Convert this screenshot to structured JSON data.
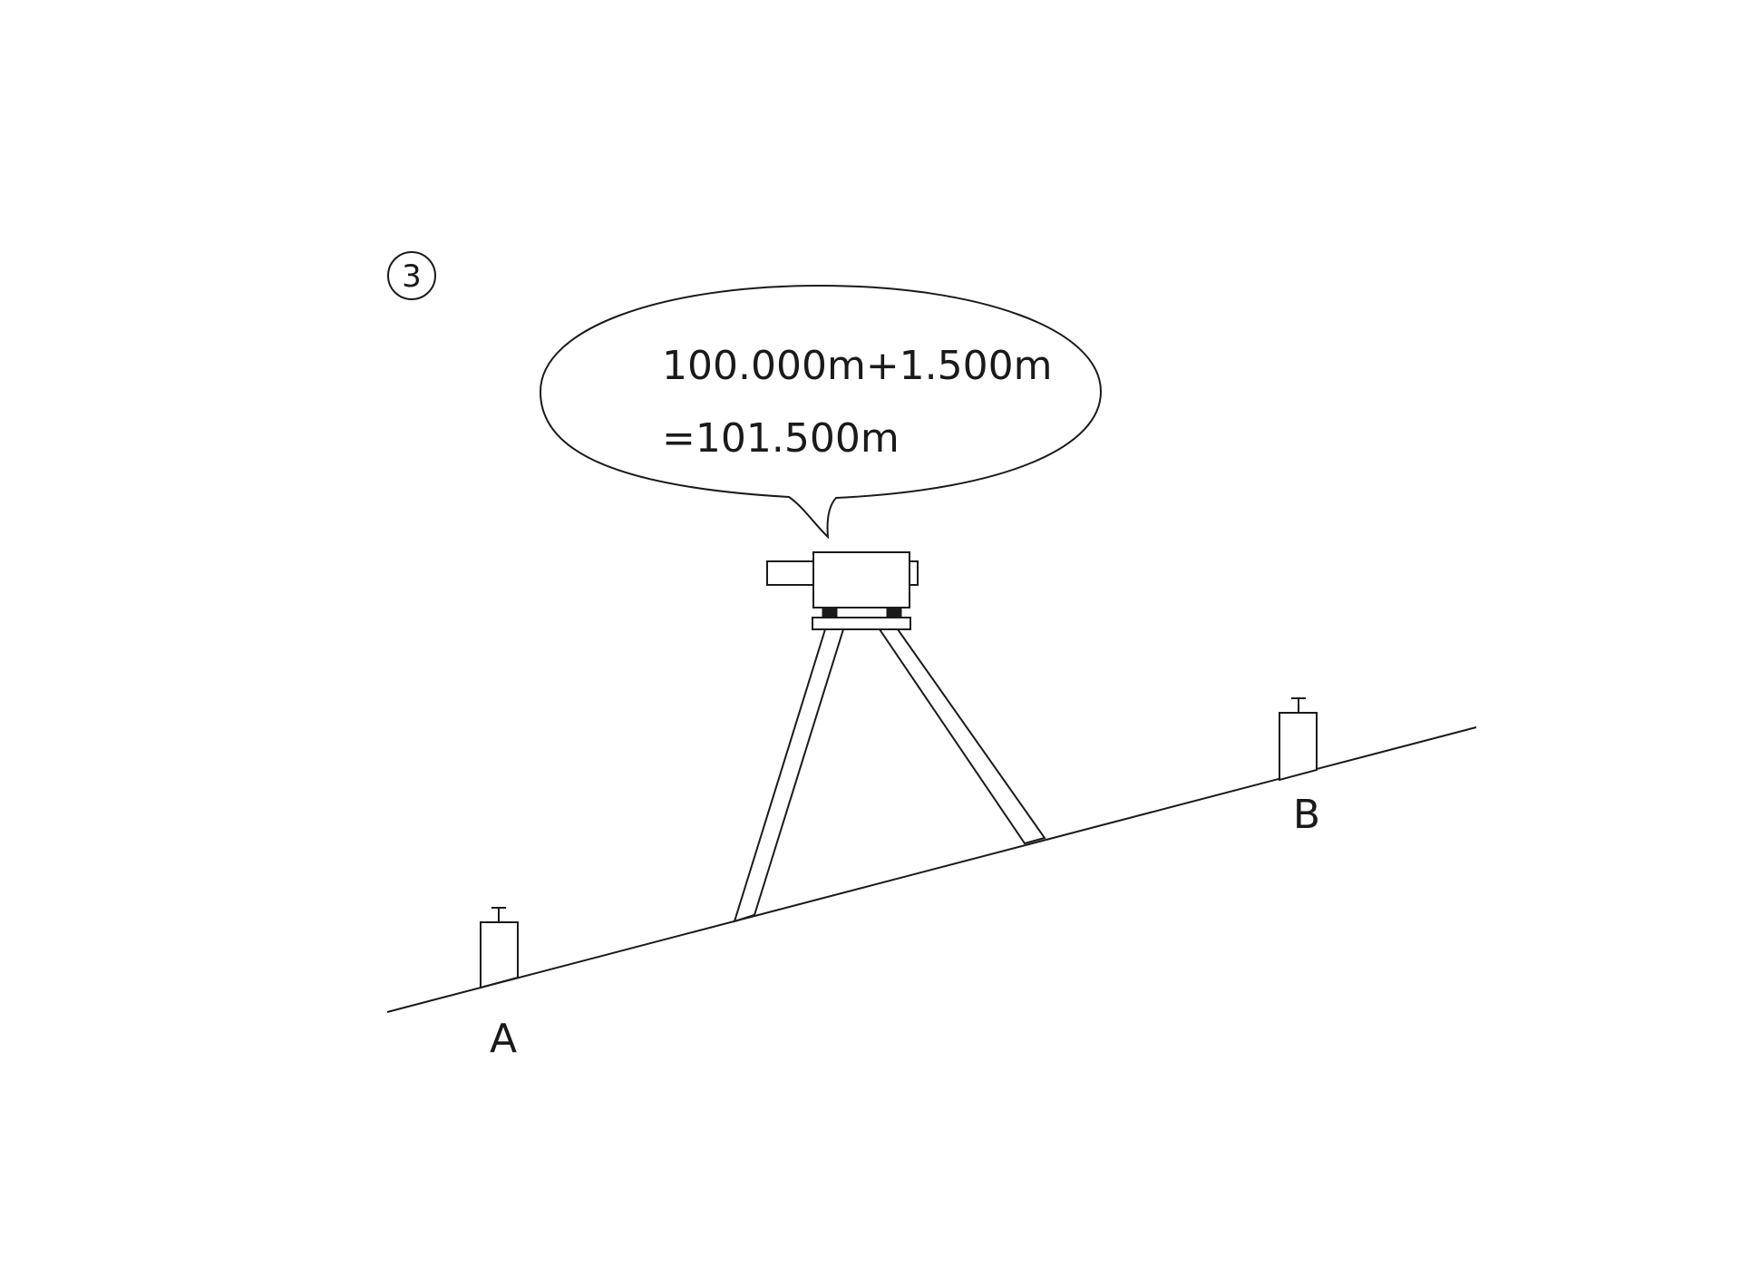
{
  "step_number": "3",
  "speech_bubble": {
    "line1": "100.000m+1.500m",
    "line2": "=101.500m"
  },
  "points": {
    "a_label": "A",
    "b_label": "B"
  },
  "colors": {
    "ink": "#1a1a1a",
    "background": "#ffffff"
  },
  "icons": {
    "level_instrument": "surveying-level-icon",
    "tripod": "tripod-icon",
    "benchmark": "benchmark-stake-icon"
  }
}
